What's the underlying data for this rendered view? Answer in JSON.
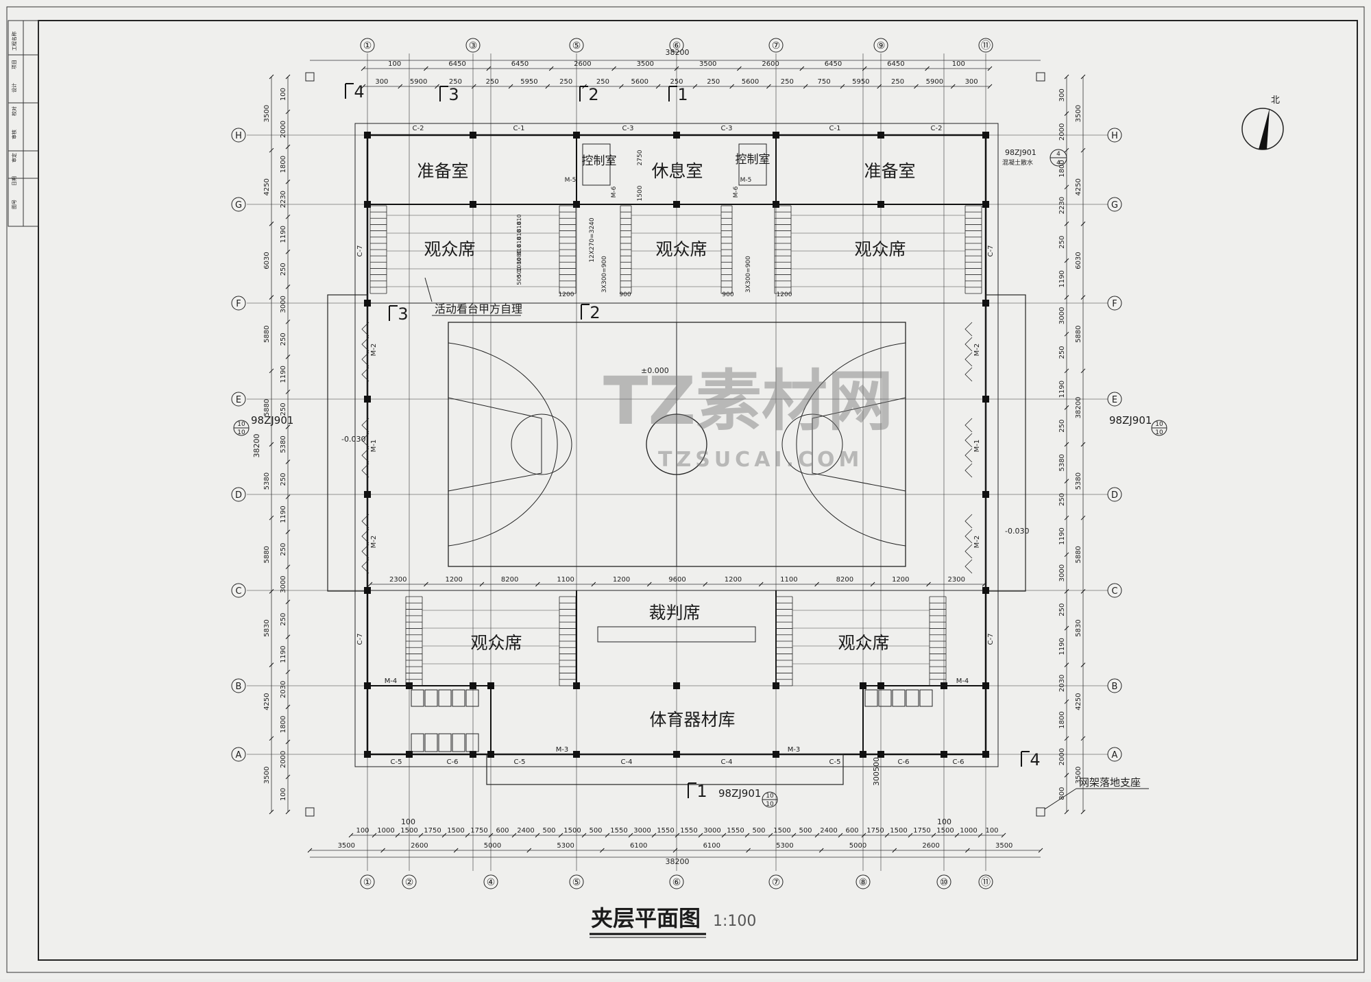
{
  "drawing": {
    "title": "夹层平面图",
    "scale": "1:100",
    "north": "北",
    "overall_dimension": "38200",
    "top_col_labels": [
      "①",
      "③",
      "⑤",
      "⑥",
      "⑦",
      "⑨",
      "⑪"
    ],
    "bottom_col_labels": [
      "①",
      "②",
      "④",
      "⑤",
      "⑥",
      "⑦",
      "⑧",
      "⑩",
      "⑪"
    ],
    "row_labels": [
      "H",
      "G",
      "F",
      "E",
      "D",
      "C",
      "B",
      "A"
    ],
    "top_dims_1": [
      "100",
      "6450",
      "6450",
      "2600",
      "3500",
      "3500",
      "2600",
      "6450",
      "6450",
      "100"
    ],
    "top_dims_2": [
      "300",
      "5900",
      "250",
      "250",
      "5950",
      "250",
      "250",
      "5600",
      "250",
      "250",
      "5600",
      "250",
      "750",
      "5950",
      "250",
      "5900",
      "300"
    ],
    "bottom_dims_1": [
      "100",
      "1000",
      "1500",
      "1750",
      "1500",
      "1750",
      "600",
      "2400",
      "500",
      "1500",
      "500",
      "1550",
      "3000",
      "1550",
      "1550",
      "3000",
      "1550",
      "500",
      "1500",
      "500",
      "2400",
      "600",
      "1750",
      "1500",
      "1750",
      "1500",
      "1000",
      "100"
    ],
    "bottom_dims_2": [
      "3500",
      "2600",
      "5000",
      "5300",
      "6100",
      "6100",
      "5300",
      "5000",
      "2600",
      "3500"
    ],
    "left_dims_outer": [
      "3500",
      "4250",
      "6030",
      "5880",
      "5880",
      "5380",
      "5880",
      "5830",
      "4250",
      "3500"
    ],
    "left_dims_inner": [
      "100",
      "2000",
      "1800",
      "2230",
      "1190",
      "250",
      "3000",
      "250",
      "1190",
      "250",
      "5380",
      "250",
      "1190",
      "250",
      "3000",
      "250",
      "1190",
      "2030",
      "1800",
      "2000",
      "100"
    ],
    "right_dims_outer": [
      "3500",
      "4250",
      "6030",
      "5880",
      "38200",
      "5380",
      "5880",
      "5830",
      "4250",
      "3500"
    ],
    "right_dims_inner": [
      "300",
      "2000",
      "1800",
      "2230",
      "250",
      "1190",
      "3000",
      "250",
      "1190",
      "250",
      "5380",
      "250",
      "1190",
      "3000",
      "250",
      "1190",
      "2030",
      "1800",
      "2000",
      "800"
    ],
    "court_dims": [
      "2300",
      "1200",
      "8200",
      "1100",
      "1200",
      "9600",
      "1200",
      "1100",
      "8200",
      "1200",
      "2300"
    ],
    "rooms": {
      "prep_left": "准备室",
      "prep_right": "准备室",
      "control_left": "控制室",
      "control_right": "控制室",
      "rest": "休息室",
      "seats_tl": "观众席",
      "seats_tc": "观众席",
      "seats_tr": "观众席",
      "seats_bl": "观众席",
      "seats_br": "观众席",
      "referee": "裁判席",
      "storage": "体育器材库"
    },
    "windows_top": [
      "C-2",
      "C-1",
      "C-3",
      "C-3",
      "C-1",
      "C-2"
    ],
    "windows_bottom": [
      "C-5",
      "C-6",
      "C-5",
      "C-4",
      "C-4",
      "C-5",
      "C-6",
      "C-6"
    ],
    "side_windows": [
      "C-7",
      "C-7",
      "C-7",
      "C-7"
    ],
    "doors": {
      "m2": "M-2",
      "m1": "M-1",
      "m3": "M-3",
      "m4": "M-4",
      "m5": "M-5",
      "m6": "M-6"
    },
    "stair_notes": [
      "12X270=3240",
      "3X300=900",
      "3X300=900"
    ],
    "stair_dims": [
      "1200",
      "900",
      "900",
      "1200",
      "2750",
      "1500"
    ],
    "seat_dims": [
      "810",
      "810",
      "810",
      "810",
      "810",
      "1080",
      "1080",
      "500",
      "500"
    ],
    "sections": [
      "1",
      "2",
      "3",
      "4"
    ],
    "details": {
      "ref_top_right": "98ZJ901",
      "ref_top_right_num": "4",
      "ref_top_right_den": "4",
      "ref_top_right_note": "混凝土散水",
      "ref_left": "98ZJ901",
      "ref_right": "98ZJ901",
      "ref_bottom": "98ZJ901",
      "ref_num": "10",
      "ref_den": "10"
    },
    "notes": {
      "movable_seats": "活动看台甲方自理",
      "grid_support": "网架落地支座",
      "elev_zero": "±0.000",
      "elev_left": "-0.030",
      "elev_right": "-0.030",
      "bottom_dim_extra": "300500",
      "bottom_100_left": "100",
      "bottom_100_right": "100"
    },
    "watermark": {
      "cn": "TZ素材网",
      "en": "TZSUCAI.COM"
    },
    "title_block": [
      "工程名称",
      "项目",
      "设计",
      "校对",
      "审核",
      "审定",
      "日期",
      "图号"
    ]
  }
}
